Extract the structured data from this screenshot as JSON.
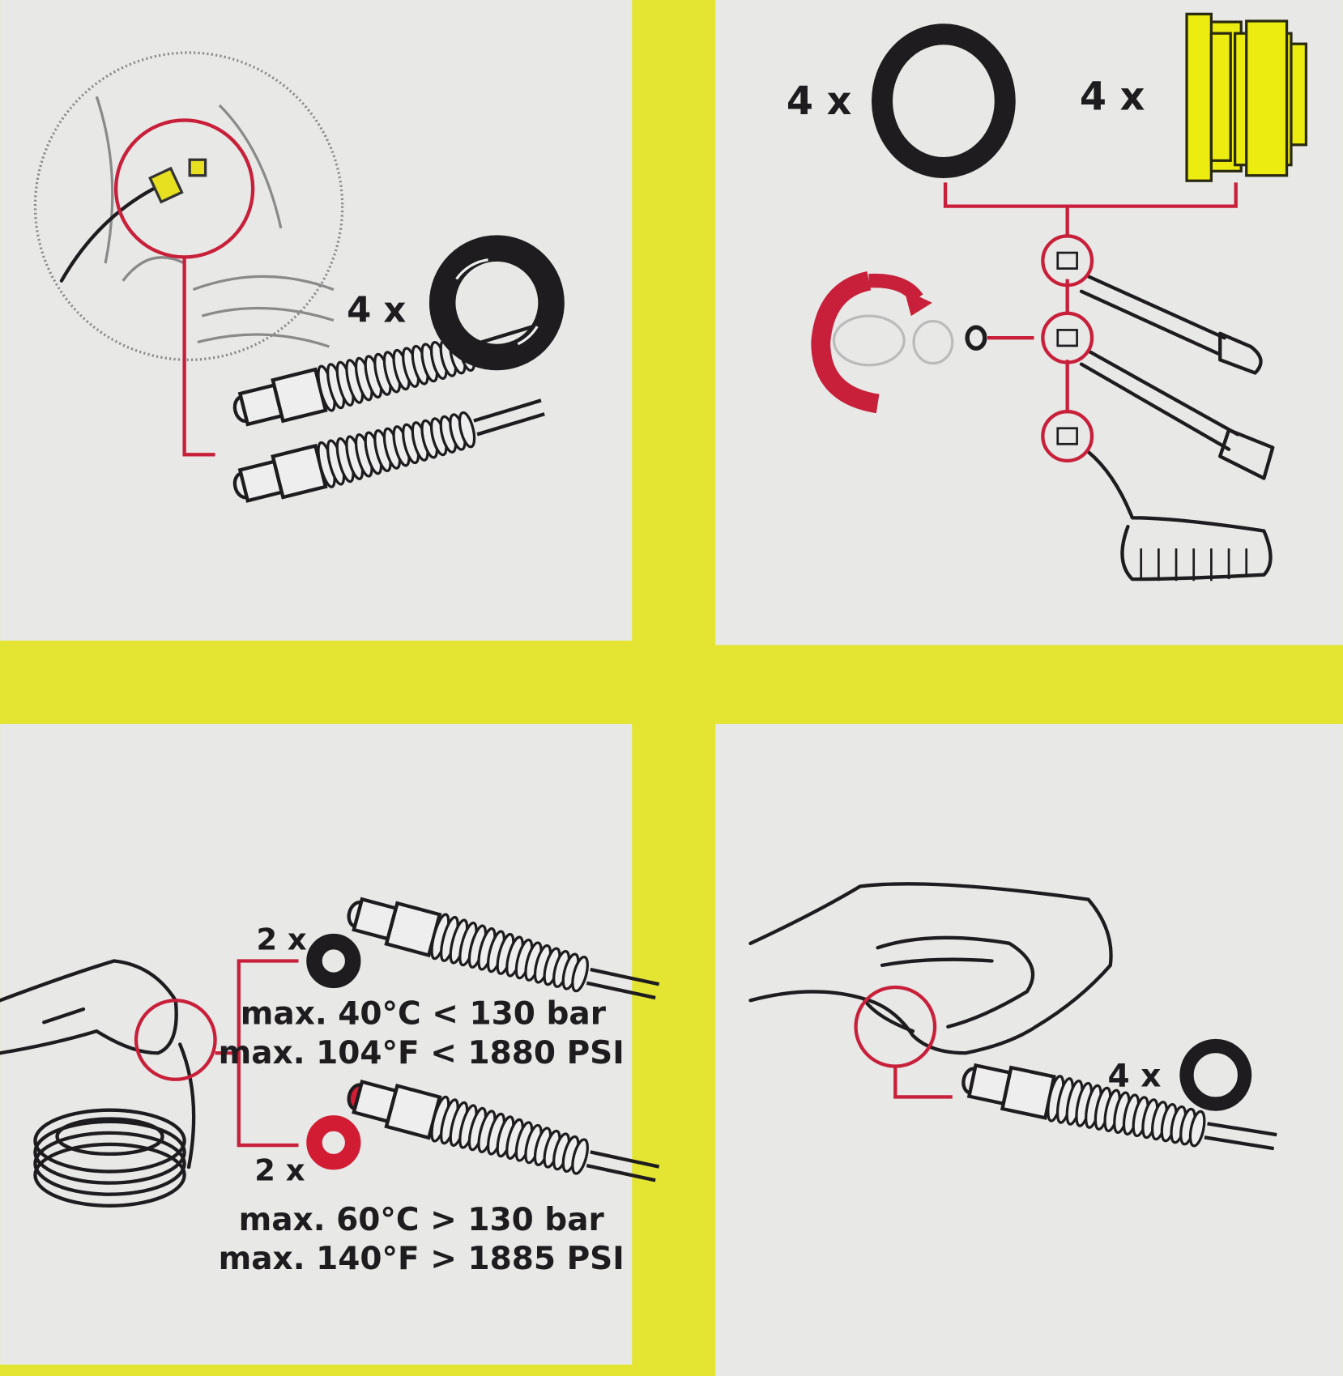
{
  "colors": {
    "frame_yellow": "#e3e532",
    "panel": "#e8e8e6",
    "ink": "#1e1c1e",
    "callout_red": "#c8203a",
    "part_yellow": "#ecec10"
  },
  "panels": {
    "top_left": {
      "ring_qty": "4 x",
      "icons": [
        "machine-outlet-detail",
        "hose-end-icon",
        "o-ring-icon"
      ]
    },
    "top_right": {
      "ring_qty": "4 x",
      "seal_qty": "4 x",
      "icons": [
        "o-ring-icon",
        "yellow-seal-icon",
        "rotate-arrow-icon",
        "spray-lance-icon",
        "brush-icon"
      ]
    },
    "bottom_left": {
      "black_ring_qty": "2 x",
      "black_ring_spec_line1": "max. 40°C < 130 bar",
      "black_ring_spec_line2": "max. 104°F < 1880 PSI",
      "red_ring_qty": "2 x",
      "red_ring_spec_line1": "max. 60°C > 130 bar",
      "red_ring_spec_line2": "max. 140°F > 1885 PSI",
      "icons": [
        "trigger-gun-icon",
        "hose-coil-icon",
        "o-ring-black-icon",
        "o-ring-red-icon"
      ]
    },
    "bottom_right": {
      "ring_qty": "4 x",
      "icons": [
        "trigger-gun-hand-icon",
        "hose-end-icon",
        "o-ring-icon"
      ]
    }
  }
}
